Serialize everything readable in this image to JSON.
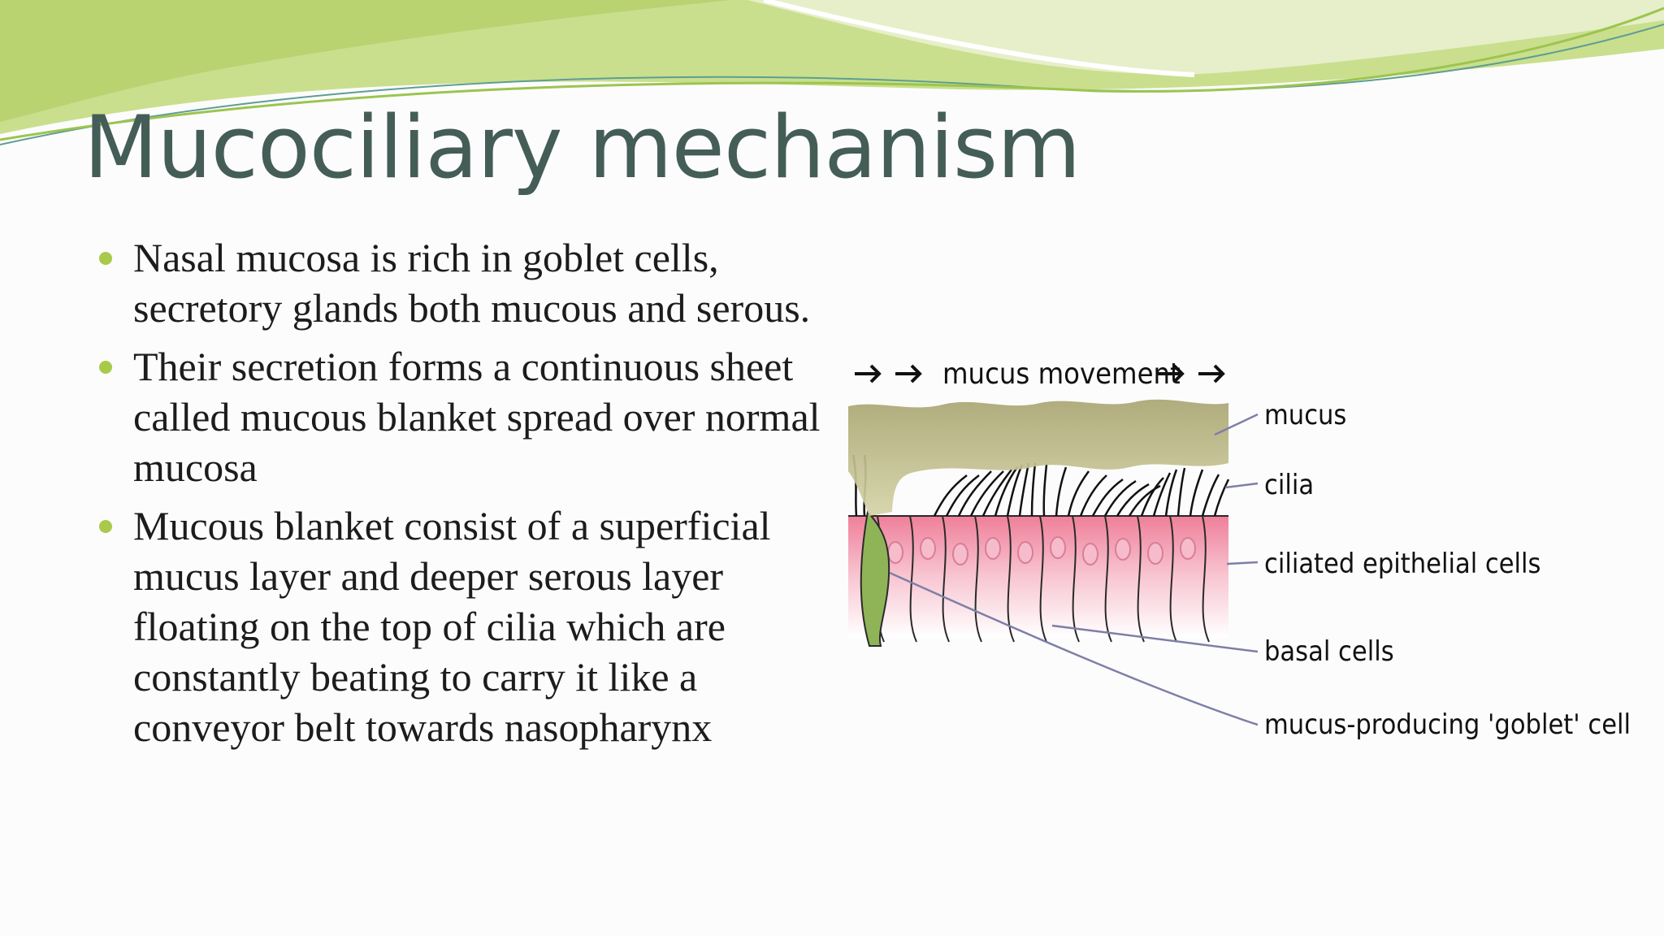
{
  "slide": {
    "title": "Mucociliary mechanism",
    "bullets": [
      "Nasal mucosa is rich in goblet cells, secretory glands both mucous and serous.",
      "Their secretion forms a continuous sheet called mucous blanket spread over normal mucosa",
      "Mucous blanket consist of a superficial mucus layer and deeper serous layer floating on the top of cilia which are constantly beating to carry it like a conveyor belt towards nasopharynx"
    ]
  },
  "diagram": {
    "header": "mucus movement",
    "labels": {
      "mucus": "mucus",
      "cilia": "cilia",
      "ciliated": "ciliated epithelial cells",
      "basal": "basal cells",
      "goblet": "mucus-producing 'goblet' cell"
    }
  },
  "colors": {
    "title": "#455d57",
    "bullet": "#a8c94a",
    "swoosh": "#b9d46e",
    "mucus": "#bfbf8c",
    "cell": "#f08aa3"
  }
}
